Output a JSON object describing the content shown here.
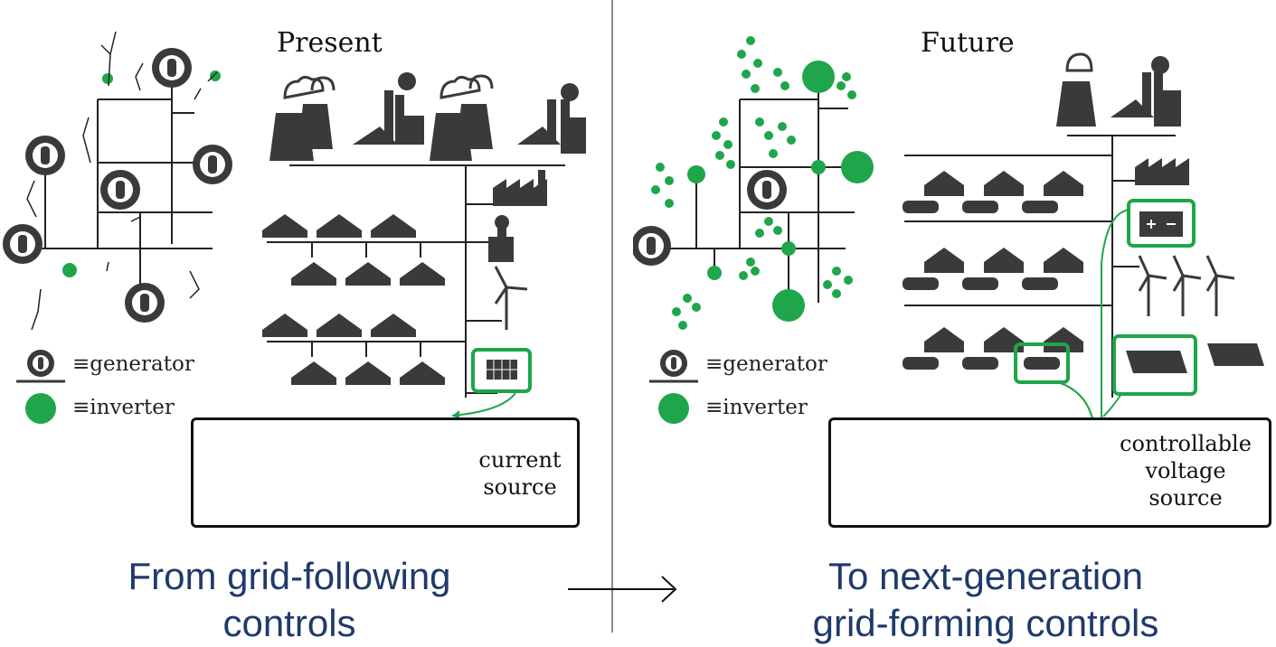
{
  "left": {
    "title": "Present",
    "legend": {
      "generator": "≡generator",
      "inverter": "≡inverter"
    },
    "box_text": [
      "current",
      "source"
    ],
    "caption": [
      "From grid-following",
      "controls"
    ]
  },
  "right": {
    "title": "Future",
    "legend": {
      "generator": "≡generator",
      "inverter": "≡inverter"
    },
    "box_text": [
      "controllable",
      "voltage",
      "source"
    ],
    "caption": [
      "To next-generation",
      "grid-forming controls"
    ]
  },
  "colors": {
    "green": "#1fa64a",
    "dark": "#3a3a3a",
    "caption": "#1f3a6b"
  }
}
